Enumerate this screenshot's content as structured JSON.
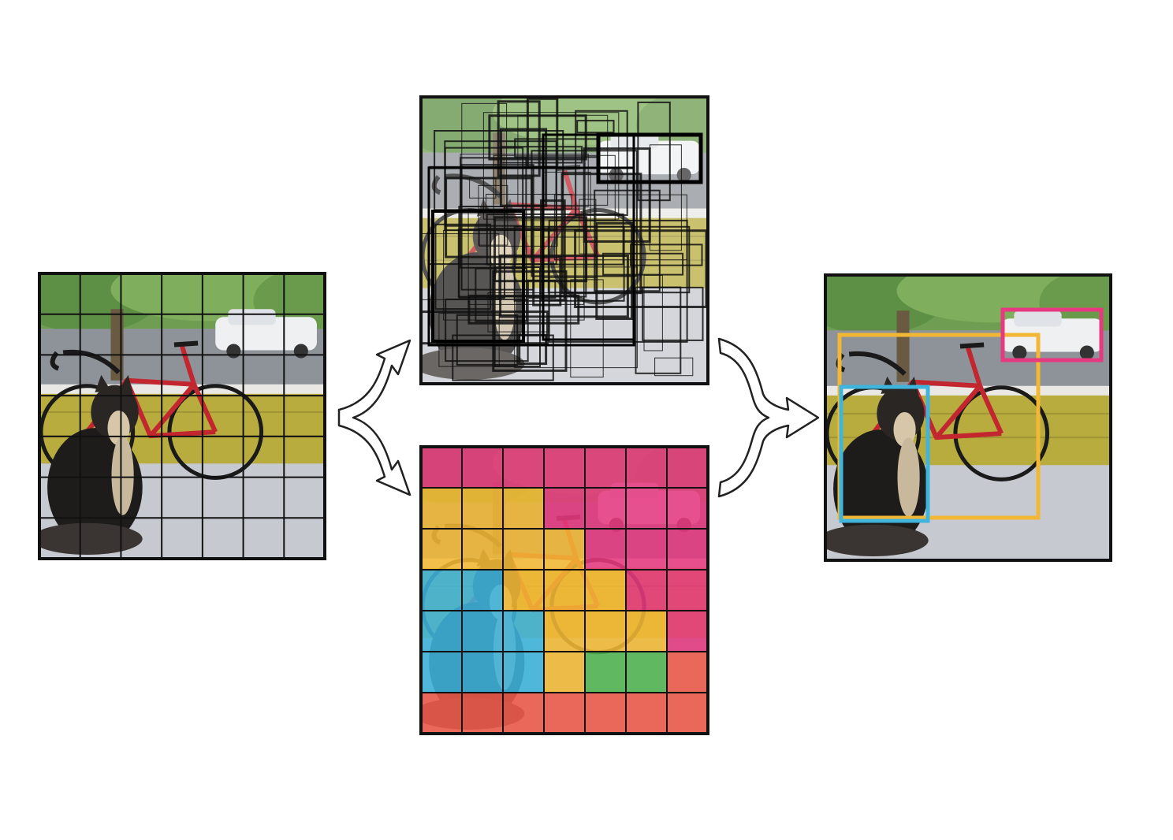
{
  "palette": {
    "dog": "#3fb4dc",
    "bicycle": "#f2b835",
    "car": "#e6397f",
    "dining_table": "#ef5a4a",
    "green_class": "#52b552",
    "grid_line": "#111111"
  },
  "input_image": {
    "grid_size": 7
  },
  "class_probability_map": {
    "grid": [
      [
        "car",
        "car",
        "car",
        "car",
        "car",
        "car",
        "car"
      ],
      [
        "bicycle",
        "bicycle",
        "bicycle",
        "car",
        "car",
        "car",
        "car"
      ],
      [
        "bicycle",
        "bicycle",
        "bicycle",
        "bicycle",
        "car",
        "car",
        "car"
      ],
      [
        "dog",
        "dog",
        "bicycle",
        "bicycle",
        "bicycle",
        "car",
        "car"
      ],
      [
        "dog",
        "dog",
        "dog",
        "bicycle",
        "bicycle",
        "bicycle",
        "car"
      ],
      [
        "dog",
        "dog",
        "dog",
        "bicycle",
        "green_class",
        "green_class",
        "dining_table"
      ],
      [
        "dining_table",
        "dining_table",
        "dining_table",
        "dining_table",
        "dining_table",
        "dining_table",
        "dining_table"
      ]
    ]
  },
  "final_detections": [
    {
      "class": "bicycle",
      "color_key": "bicycle"
    },
    {
      "class": "dog",
      "color_key": "dog"
    },
    {
      "class": "car",
      "color_key": "car"
    }
  ],
  "icons": [
    "split-arrow-icon",
    "merge-arrow-icon"
  ]
}
